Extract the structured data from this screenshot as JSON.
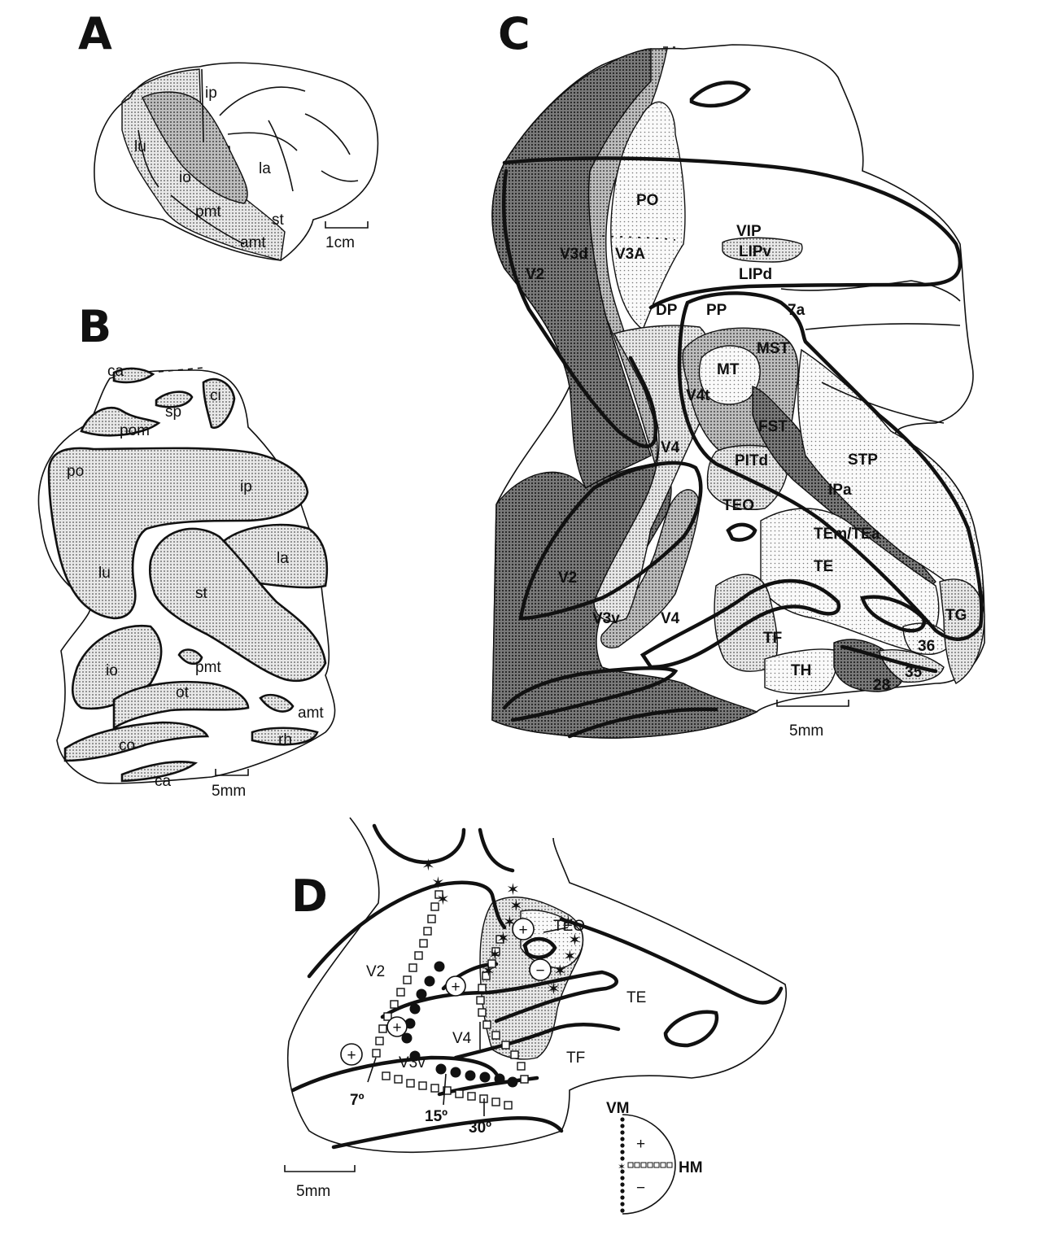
{
  "panels": {
    "a": {
      "letter": "A",
      "labels": {
        "ip": "ip",
        "lu": "lu",
        "la": "la",
        "io": "io",
        "pmt": "pmt",
        "st": "st",
        "amt": "amt"
      },
      "scale": "1cm"
    },
    "b": {
      "letter": "B",
      "labels": {
        "ca_top": "ca",
        "ci": "ci",
        "sp": "sp",
        "pom": "pom",
        "po": "po",
        "ip": "ip",
        "lu": "lu",
        "la": "la",
        "st": "st",
        "io": "io",
        "pmt": "pmt",
        "ot": "ot",
        "amt": "amt",
        "co": "co",
        "rh": "rh",
        "ca_bottom": "ca"
      },
      "scale": "5mm"
    },
    "c": {
      "letter": "C",
      "labels": {
        "PO": "PO",
        "VIP": "VIP",
        "LIPv": "LIPv",
        "LIPd": "LIPd",
        "V2_top": "V2",
        "V3d": "V3d",
        "V3A": "V3A",
        "DP": "DP",
        "PP": "PP",
        "7a": "7a",
        "MST": "MST",
        "MT": "MT",
        "V4t": "V4t",
        "FST": "FST",
        "V4_top": "V4",
        "PITd": "PITd",
        "STP": "STP",
        "IPa": "IPa",
        "TEO": "TEO",
        "TEm_TEa": "TEm/TEa",
        "TE": "TE",
        "V2_bottom": "V2",
        "V3v": "V3v",
        "V4_bottom": "V4",
        "TF": "TF",
        "TG": "TG",
        "36": "36",
        "35": "35",
        "TH": "TH",
        "28": "28"
      },
      "scale": "5mm"
    },
    "d": {
      "letter": "D",
      "labels": {
        "TEO": "TEO",
        "V2": "V2",
        "TE": "TE",
        "V4": "V4",
        "V3v": "V3v",
        "TF": "TF",
        "deg7": "7º",
        "deg15": "15º",
        "deg30": "30º",
        "VM": "VM",
        "HM": "HM",
        "plus": "+",
        "minus": "−"
      },
      "markers": {
        "plus": "+",
        "minus": "−"
      },
      "scale": "5mm"
    }
  }
}
